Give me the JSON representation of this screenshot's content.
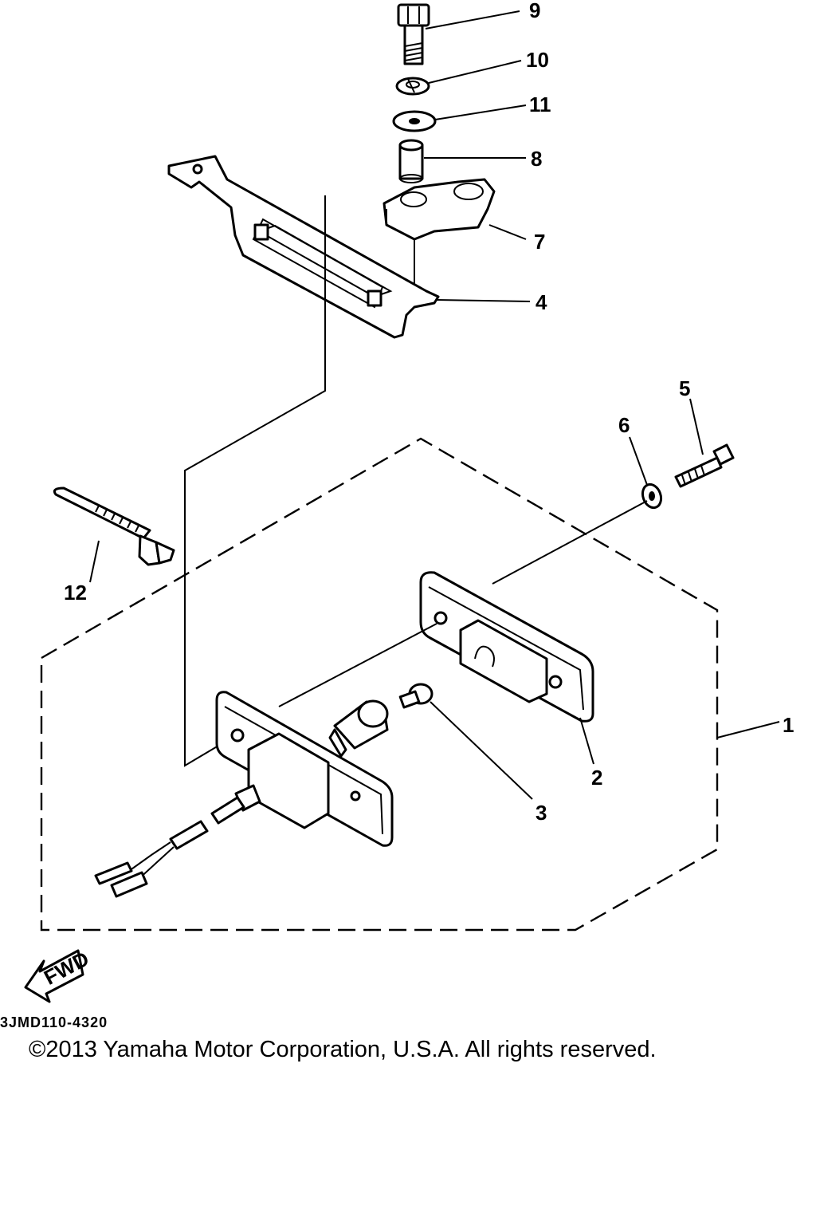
{
  "callouts": {
    "c1": "1",
    "c2": "2",
    "c3": "3",
    "c4": "4",
    "c5": "5",
    "c6": "6",
    "c7": "7",
    "c8": "8",
    "c9": "9",
    "c10": "10",
    "c11": "11",
    "c12": "12"
  },
  "fwd_label": "FWD",
  "drawing_code": "3JMD110-4320",
  "copyright": "©2013 Yamaha Motor Corporation, U.S.A. All rights reserved."
}
